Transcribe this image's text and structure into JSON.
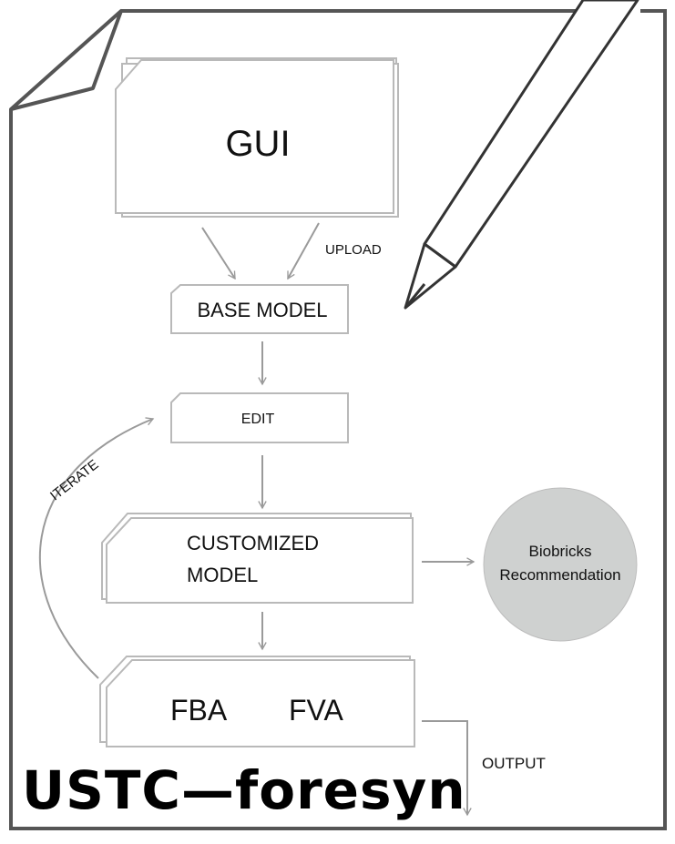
{
  "nodes": {
    "gui": "GUI",
    "base_model": "BASE MODEL",
    "edit": "EDIT",
    "customized_line1": "CUSTOMIZED",
    "customized_line2": "MODEL",
    "fba": "FBA",
    "fva": "FVA",
    "biobricks_line1": "Biobricks",
    "biobricks_line2": "Recommendation"
  },
  "edges": {
    "upload": "UPLOAD",
    "iterate": "ITERATE",
    "output": "OUTPUT"
  },
  "brand": {
    "title": "USTC—foresyn"
  },
  "colors": {
    "page_border": "#555555",
    "box_stroke": "#b9b9b9",
    "arrow": "#9a9a9a",
    "circle_fill": "#cfd1d0",
    "text": "#111111"
  },
  "icons": [
    "document-fold-icon",
    "pencil-icon"
  ]
}
